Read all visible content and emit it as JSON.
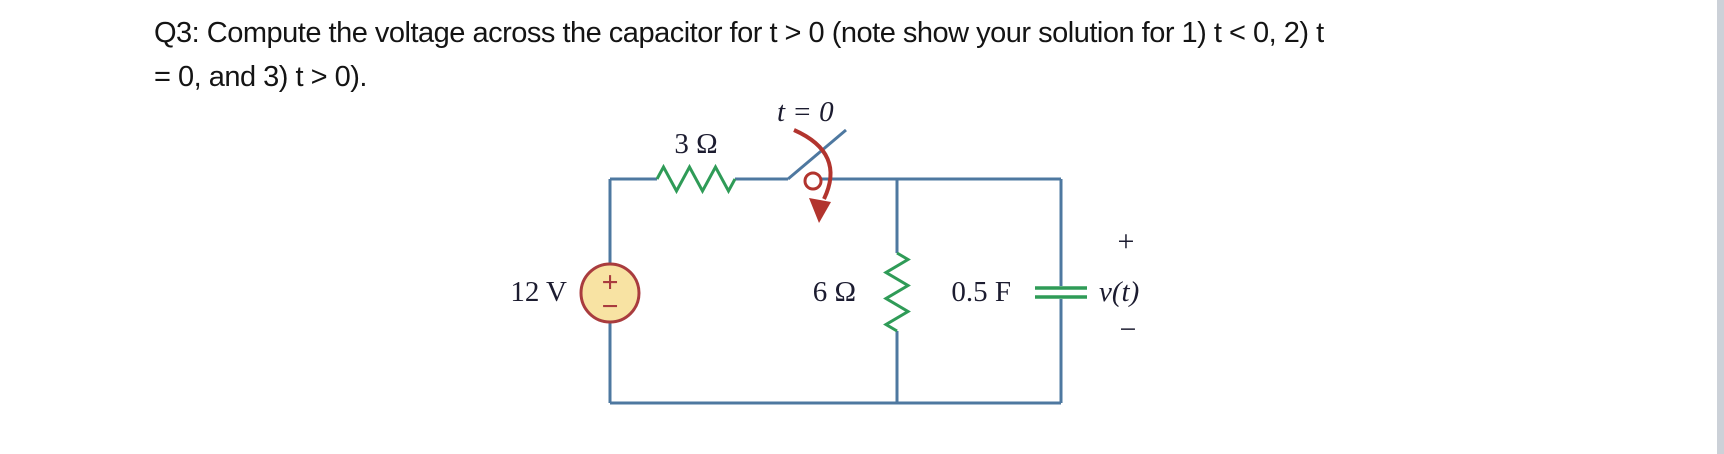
{
  "question": {
    "line1": "Q3: Compute the voltage across the capacitor for t > 0 (note show your solution for 1) t < 0, 2) t",
    "line2": "= 0, and 3) t > 0)."
  },
  "circuit": {
    "source": {
      "label": "12 V",
      "plus": "+",
      "minus": "−"
    },
    "series_resistor": {
      "label": "3 Ω"
    },
    "switch": {
      "label": "t = 0"
    },
    "parallel_resistor": {
      "label": "6 Ω"
    },
    "capacitor": {
      "label": "0.5 F"
    },
    "output_voltage": {
      "plus": "+",
      "label": "v(t)",
      "minus": "−"
    },
    "colors": {
      "wire": "#4e78a0",
      "component": "#2f9b57",
      "source_fill": "#f8e3a3",
      "source_stroke": "#a93c3e",
      "switch_arrow": "#b2342e",
      "label_text": "#1c1c30",
      "scrollbar": "#ccd1d8"
    }
  }
}
